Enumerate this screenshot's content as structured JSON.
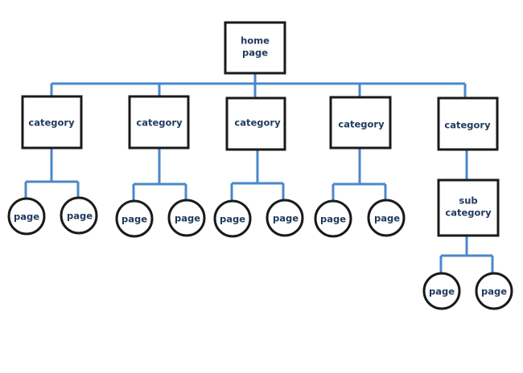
{
  "home": {
    "lines": [
      "home",
      "page"
    ]
  },
  "categories": [
    {
      "label": "category",
      "pages": [
        "page",
        "page"
      ]
    },
    {
      "label": "category",
      "pages": [
        "page",
        "page"
      ]
    },
    {
      "label": "category",
      "pages": [
        "page",
        "page"
      ]
    },
    {
      "label": "category",
      "pages": [
        "page",
        "page"
      ]
    },
    {
      "label": "category",
      "subcategory": {
        "lines": [
          "sub",
          "category"
        ]
      },
      "pages": [
        "page",
        "page"
      ]
    }
  ],
  "colors": {
    "connector": "#4a88c9",
    "border": "#1a1a1a",
    "text": "#1f3a5c"
  }
}
